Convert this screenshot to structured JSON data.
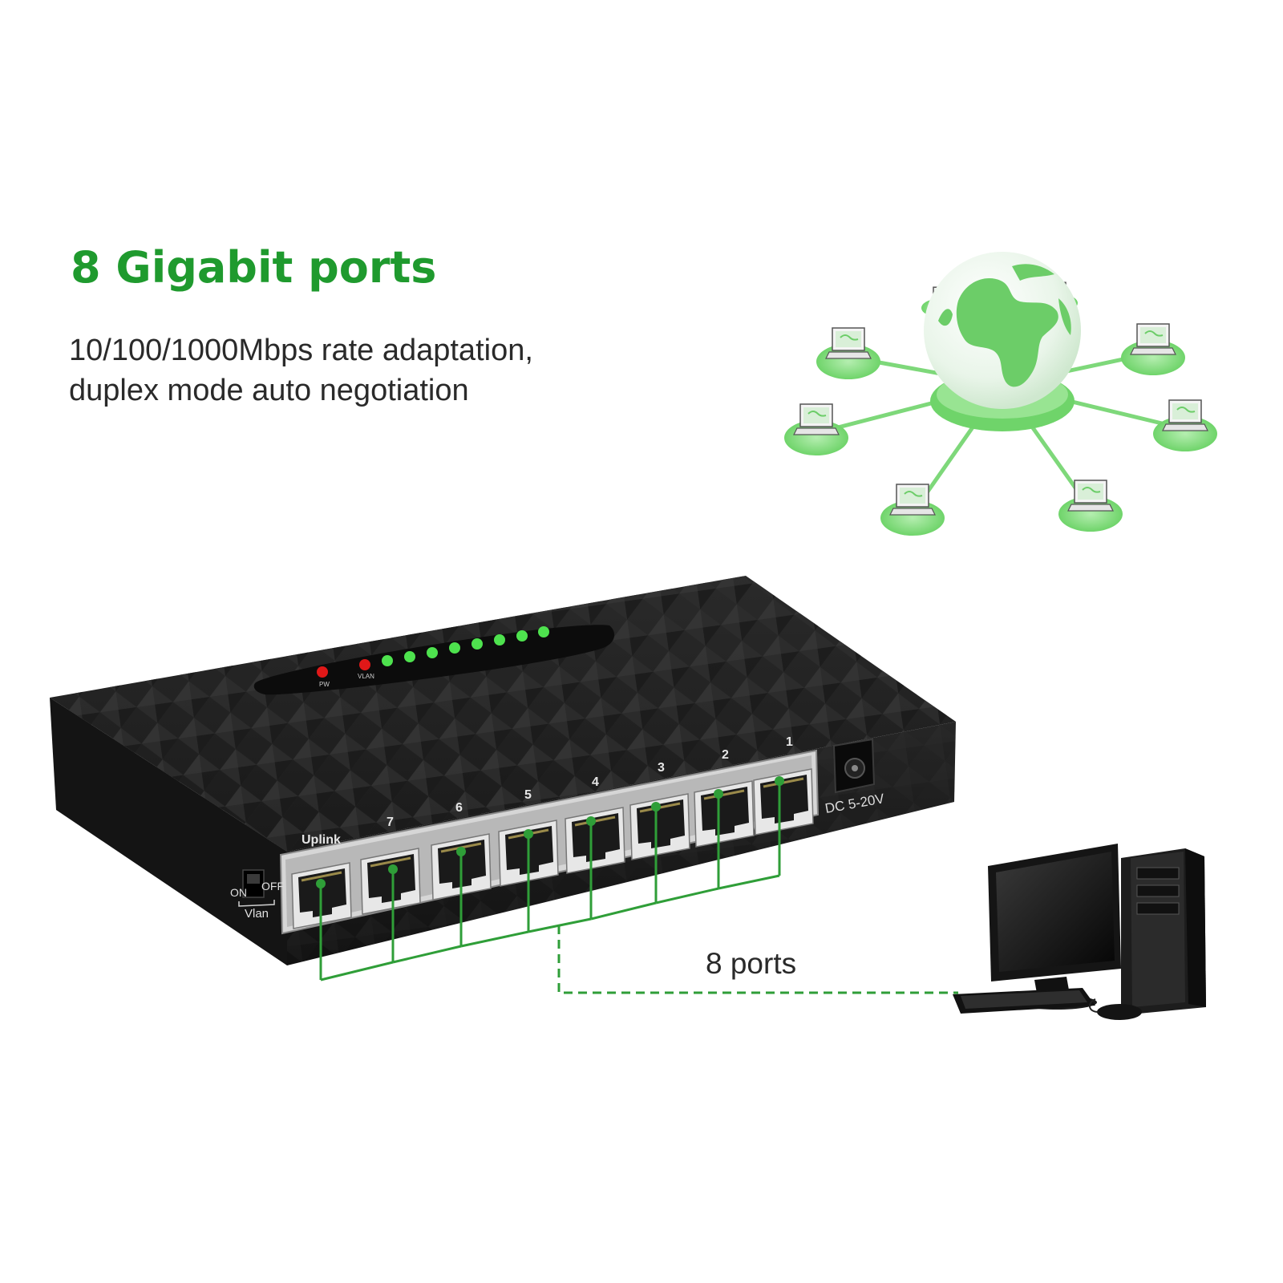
{
  "headline": "8 Gigabit ports",
  "subtitle": {
    "line1": "10/100/1000Mbps rate adaptation,",
    "line2": "duplex mode auto negotiation"
  },
  "switch": {
    "port_labels": [
      "Uplink",
      "7",
      "6",
      "5",
      "4",
      "3",
      "2",
      "1"
    ],
    "power_label": "DC 5-20V",
    "vlan_switch": {
      "on": "ON",
      "off": "OFF",
      "name": "Vlan"
    },
    "leds": {
      "power": "PW",
      "vlan": "VLAN"
    }
  },
  "connection_label": "8 ports",
  "colors": {
    "accent_green": "#1f9a2e",
    "line_green": "#2f9e38",
    "led_red": "#e01818",
    "led_green": "#4ee24e",
    "network_green": "#7ed87a",
    "device_black": "#1c1c1c"
  },
  "icons": [
    "globe-icon",
    "laptop-icon",
    "desktop-computer-icon",
    "switch-device-icon"
  ]
}
